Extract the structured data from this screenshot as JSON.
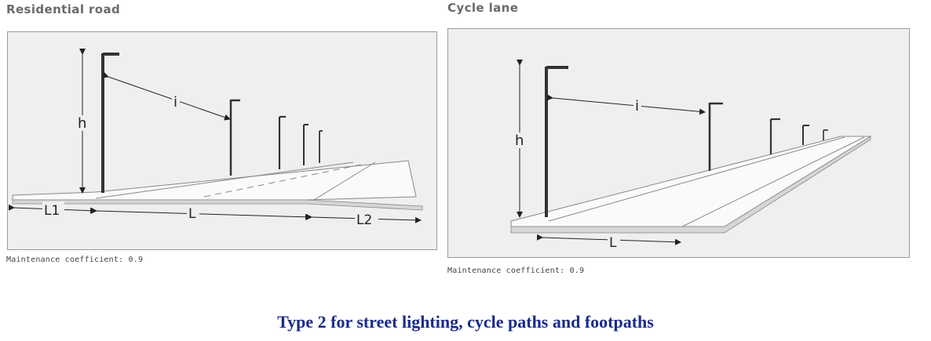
{
  "left_panel": {
    "title": "Residential road",
    "maintenance": "Maintenance coefficient: 0.9",
    "labels": {
      "h": "h",
      "i": "i",
      "L1": "L1",
      "L": "L",
      "L2": "L2"
    }
  },
  "right_panel": {
    "title": "Cycle lane",
    "maintenance": "Maintenance coefficient: 0.9",
    "labels": {
      "h": "h",
      "i": "i",
      "L": "L"
    }
  },
  "caption": "Type 2 for street lighting, cycle paths and footpaths"
}
